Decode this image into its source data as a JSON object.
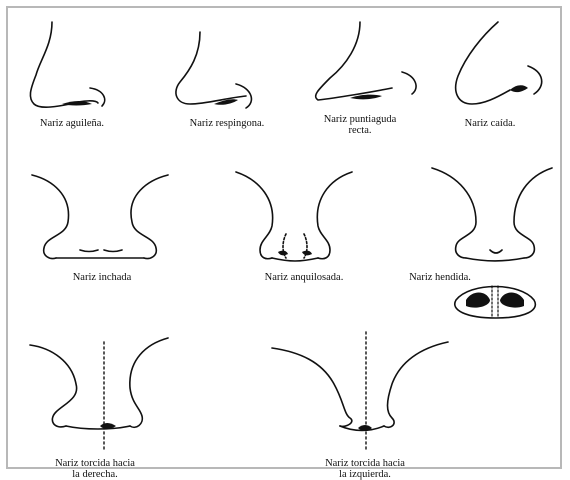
{
  "captions": {
    "aguilena": "Nariz aguileña.",
    "respingona": "Nariz respingona.",
    "puntiaguda_line1": "Nariz puntiaguda",
    "puntiaguda_line2": "recta.",
    "caida": "Nariz caída.",
    "inchada": "Nariz inchada",
    "anquilosada": "Nariz anquilosada.",
    "hendida": "Nariz hendida.",
    "derecha_line1": "Nariz torcida hacia",
    "derecha_line2": "la derecha.",
    "izquierda_line1": "Nariz torcida hacia",
    "izquierda_line2": "la izquierda."
  },
  "colors": {
    "ink": "#111111",
    "frame": "#b8b8b8"
  }
}
